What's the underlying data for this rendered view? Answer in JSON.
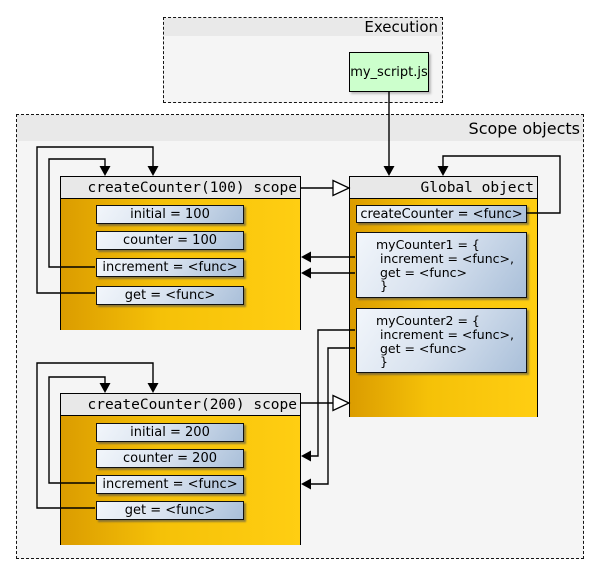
{
  "execution": {
    "title": "Execution",
    "script_box": "my_script.js"
  },
  "scope_objects": {
    "title": "Scope objects"
  },
  "scope100": {
    "title": "createCounter(100) scope",
    "vars": [
      "initial = 100",
      "counter = 100",
      "increment = <func>",
      "get = <func>"
    ]
  },
  "scope200": {
    "title": "createCounter(200) scope",
    "vars": [
      "initial = 200",
      "counter = 200",
      "increment = <func>",
      "get = <func>"
    ]
  },
  "global_object": {
    "title": "Global object",
    "create_counter": "createCounter = <func>",
    "my_counter1": "myCounter1 = {\n increment = <func>,\n get = <func>\n }",
    "my_counter2": "myCounter2 = {\n increment = <func>,\n get = <func>\n }"
  },
  "colors": {
    "panel_bg": "#f5f5f5",
    "panel_band": "#e9e9e9",
    "box_header": "#e8e8e8",
    "gold_dark": "#DB9C00",
    "gold_mid": "#F5C108",
    "gold_light": "#FFCE12",
    "blue_light": "#F2F6FB",
    "blue_mid": "#D8E2EF",
    "blue_dark": "#A9BFD9",
    "script_green": "#CCFFCC"
  }
}
